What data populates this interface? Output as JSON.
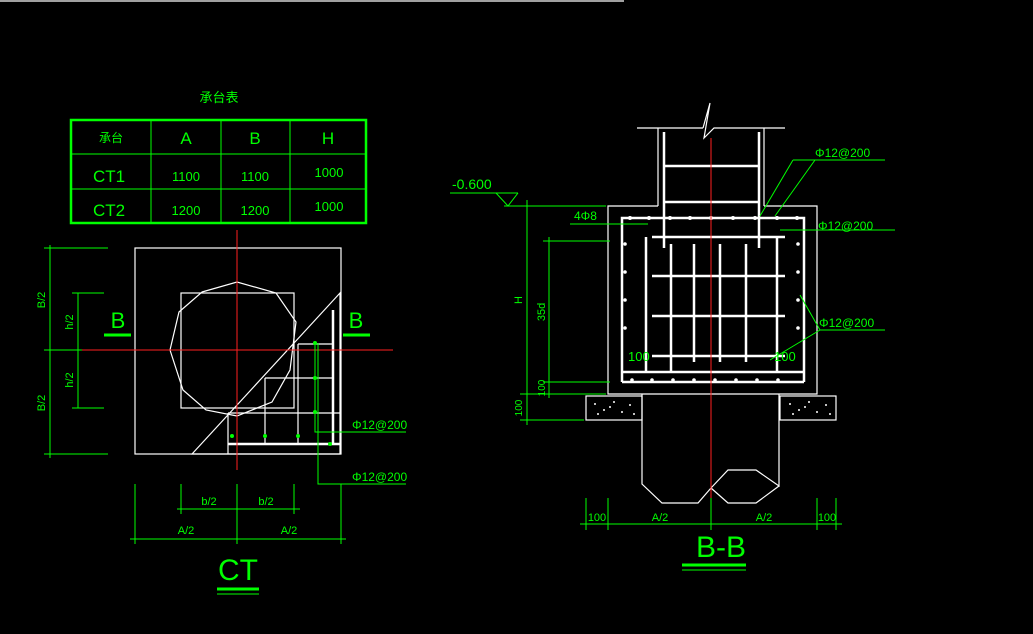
{
  "table": {
    "title": "承台表",
    "headers": [
      "承台",
      "A",
      "B",
      "H"
    ],
    "rows": [
      [
        "CT1",
        "1100",
        "1100",
        "1000"
      ],
      [
        "CT2",
        "1200",
        "1200",
        "1000"
      ]
    ]
  },
  "plan": {
    "section_left": "B",
    "section_right": "B",
    "dim_b2_top": "B/2",
    "dim_b2_bottom": "B/2",
    "dim_h2_top": "h/2",
    "dim_h2_bottom": "h/2",
    "dim_bx_left": "b/2",
    "dim_bx_right": "b/2",
    "dim_a2_left": "A/2",
    "dim_a2_right": "A/2",
    "rebar_1": "Φ12@200",
    "rebar_2": "Φ12@200",
    "title": "CT"
  },
  "section": {
    "elevation": "-0.600",
    "rebar_top": "Φ12@200",
    "rebar_side": "Φ12@200",
    "rebar_mid": "Φ12@200",
    "stirrup": "4Φ8",
    "dim_h": "H",
    "dim_35d": "35d",
    "dim_100_a": "100",
    "dim_100_b": "100",
    "label_100_left": "100",
    "label_100_right": "100",
    "dim_bottom_100_left": "100",
    "dim_bottom_a2_left": "A/2",
    "dim_bottom_a2_right": "A/2",
    "dim_bottom_100_right": "100",
    "title": "B-B"
  },
  "colors": {
    "line": "#00ff00",
    "concrete": "#ffffff",
    "axis": "#ff2020",
    "background": "#000000"
  }
}
